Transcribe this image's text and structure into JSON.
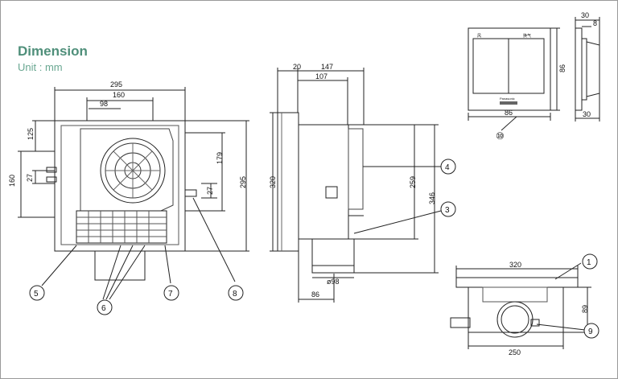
{
  "title": "Dimension",
  "unit": "Unit : mm",
  "front_view": {
    "dims": {
      "width": "295",
      "top_inner": "160",
      "top_small": "98",
      "left_125": "125",
      "left_160": "160",
      "left_27": "27",
      "right_179": "179",
      "right_27": "27",
      "right_295": "295"
    }
  },
  "side_view": {
    "dims": {
      "d20": "20",
      "d147": "147",
      "d107": "107",
      "d320": "320",
      "d259": "259",
      "d346": "346",
      "d98": "ø98",
      "d86": "86"
    }
  },
  "switch_view": {
    "dims": {
      "w86": "86",
      "h86": "86",
      "d30": "30",
      "d8": "8",
      "d30b": "30"
    },
    "labels": {
      "left_label": "风",
      "right_label": "换气",
      "brand": "Panasonic"
    },
    "callout": "⑩"
  },
  "bottom_view": {
    "dims": {
      "w320": "320",
      "h89": "89",
      "w250": "250"
    }
  },
  "callouts": [
    "①",
    "③",
    "④",
    "⑤",
    "⑥",
    "⑦",
    "⑧",
    "⑨"
  ],
  "callout_numbers": {
    "c1": "1",
    "c3": "3",
    "c4": "4",
    "c5": "5",
    "c6": "6",
    "c7": "7",
    "c8": "8",
    "c9": "9"
  }
}
